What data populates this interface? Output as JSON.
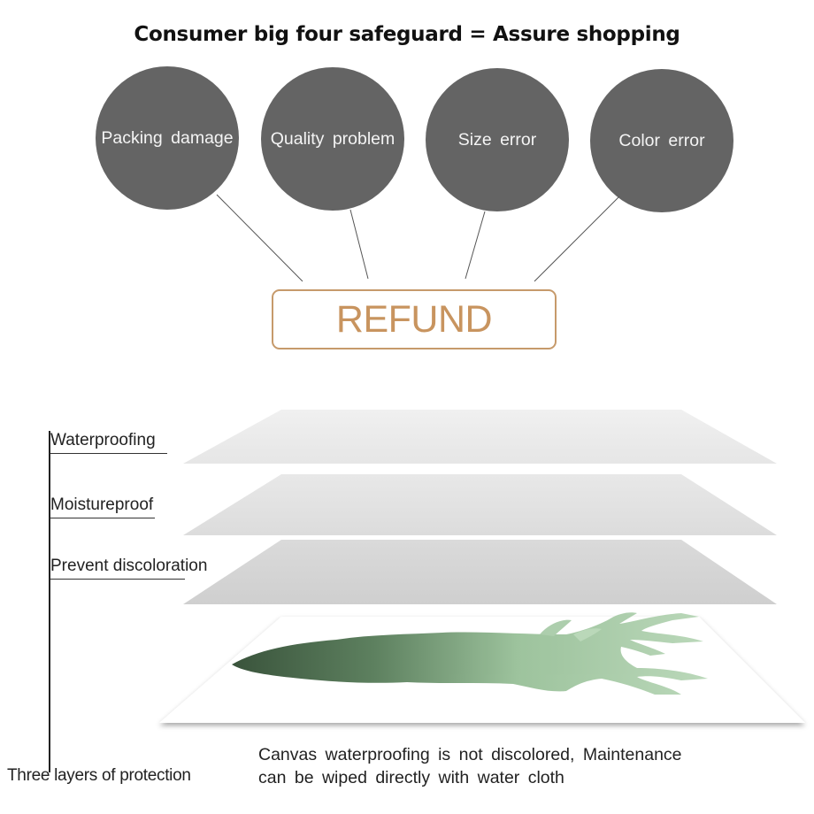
{
  "title": "Consumer big four safeguard = Assure shopping",
  "guarantees": [
    {
      "label": "Packing  damage"
    },
    {
      "label": "Quality  problem"
    },
    {
      "label": "Size  error"
    },
    {
      "label": "Color  error"
    }
  ],
  "refund_label": "REFUND",
  "protection_layers": [
    {
      "label": "Waterproofing"
    },
    {
      "label": "Moistureproof"
    },
    {
      "label": "Prevent  discoloration"
    }
  ],
  "protection_title": "Three layers of protection",
  "description_lines": [
    "Canvas  waterproofing  is  not  discolored,  Maintenance",
    "can  be  wiped  directly  with  water  cloth"
  ],
  "colors": {
    "circle": "#646464",
    "refund_border": "#c69a6b",
    "refund_text": "#c8945f",
    "layer_top": "#ececec",
    "layer_mid": "#e2e2e2",
    "layer_low": "#d6d6d6",
    "deer_dark": "#3b5a3c",
    "deer_light": "#a9cca9"
  }
}
